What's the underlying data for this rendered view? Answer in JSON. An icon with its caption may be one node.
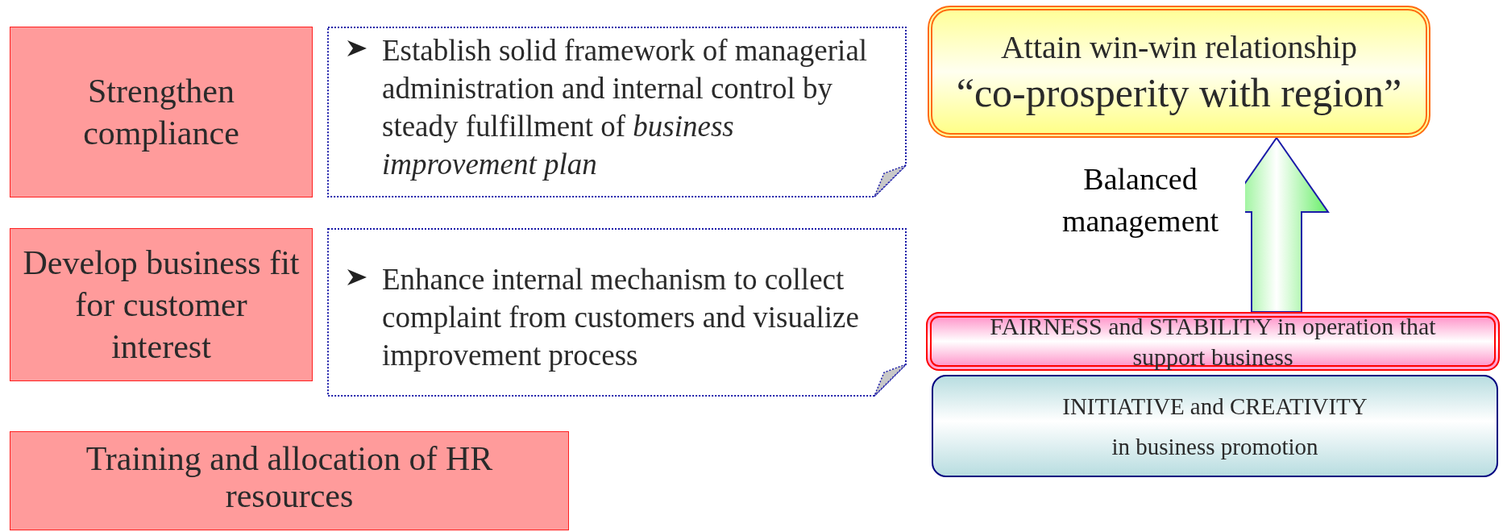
{
  "diagram": {
    "nodes": [
      {
        "text": [
          "Strengthen compliance"
        ]
      },
      {
        "text": [
          "Establish solid framework of managerial administration and internal control by steady fulfillment of *business improvement plan*"
        ]
      },
      {
        "text": [
          "Develop business fit for customer interest"
        ]
      },
      {
        "text": [
          "Enhance internal mechanism to collect complaint from customers and visualize improvement process"
        ]
      },
      {
        "text": [
          "Training and allocation of HR resources"
        ]
      },
      {
        "text": [
          "Attain win-win relationship",
          "“co-prosperity with region”"
        ]
      },
      {
        "text": [
          "FAIRNESS and STABILITY in operation that support business"
        ]
      },
      {
        "text": [
          "INITIATIVE and CREATIVITY",
          "in business promotion"
        ]
      }
    ],
    "edges": [
      {
        "from": 6,
        "to": 5,
        "arrow": "to",
        "label": "Balanced management"
      }
    ]
  }
}
